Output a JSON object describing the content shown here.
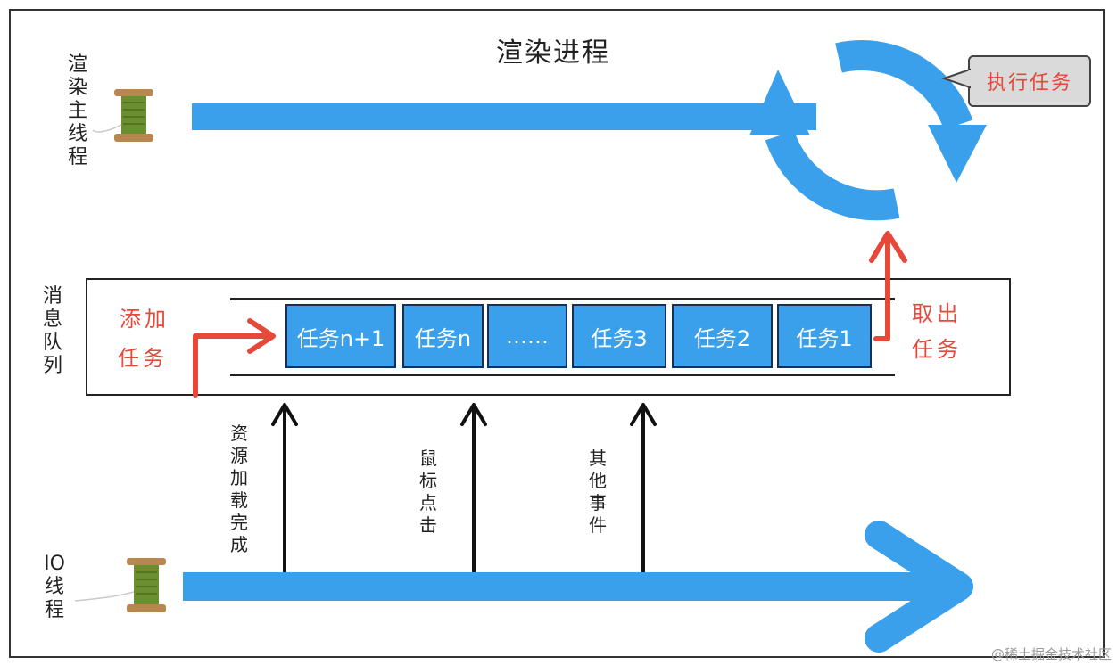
{
  "title": "渲染进程",
  "render_thread_label": "渲染主线程",
  "io_thread_label": "IO线程",
  "queue_label": "消息队列",
  "add_task": [
    "添加",
    "任务"
  ],
  "take_task": [
    "取出",
    "任务"
  ],
  "execute_bubble": "执行任务",
  "tasks": [
    "任务n+1",
    "任务n",
    "……",
    "任务3",
    "任务2",
    "任务1"
  ],
  "events": [
    "资源加载完成",
    "鼠标点击",
    "其他事件"
  ],
  "watermark": "@稀土掘金技术社区",
  "colors": {
    "blue": "#3aa0ec",
    "red": "#e6483a",
    "bubble": "#dadada"
  }
}
